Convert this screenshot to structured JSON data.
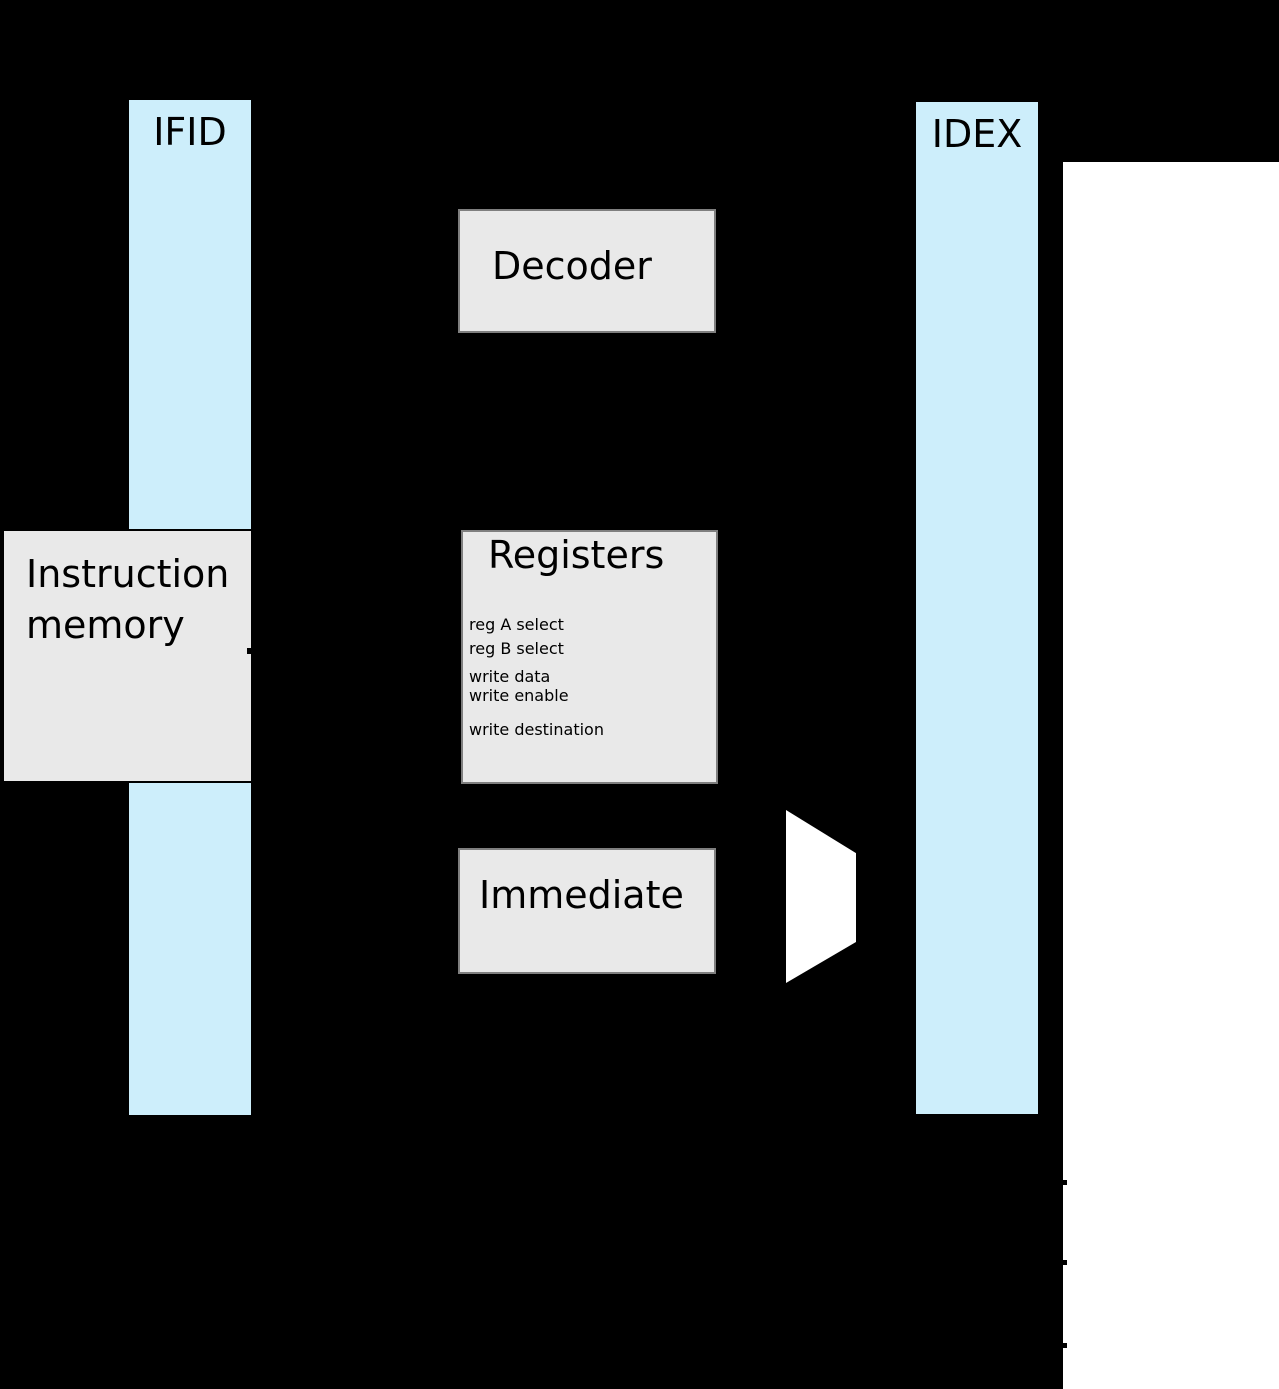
{
  "colors": {
    "background": "#000000",
    "canvas": "#ffffff",
    "pipeline_register_fill": "#cdeefb",
    "block_fill": "#e9e9e9",
    "block_border": "#7f7f7f",
    "mux_fill": "#ffffff"
  },
  "pipeline_registers": {
    "ifid_label": "IFID",
    "idex_label": "IDEX"
  },
  "blocks": {
    "instruction_memory_label": "Instruction memory",
    "decoder_label": "Decoder",
    "immediate_label": "Immediate",
    "registers": {
      "title": "Registers",
      "ports": [
        "reg A select",
        "reg B select",
        "write data",
        "write enable",
        "write destination"
      ]
    }
  }
}
